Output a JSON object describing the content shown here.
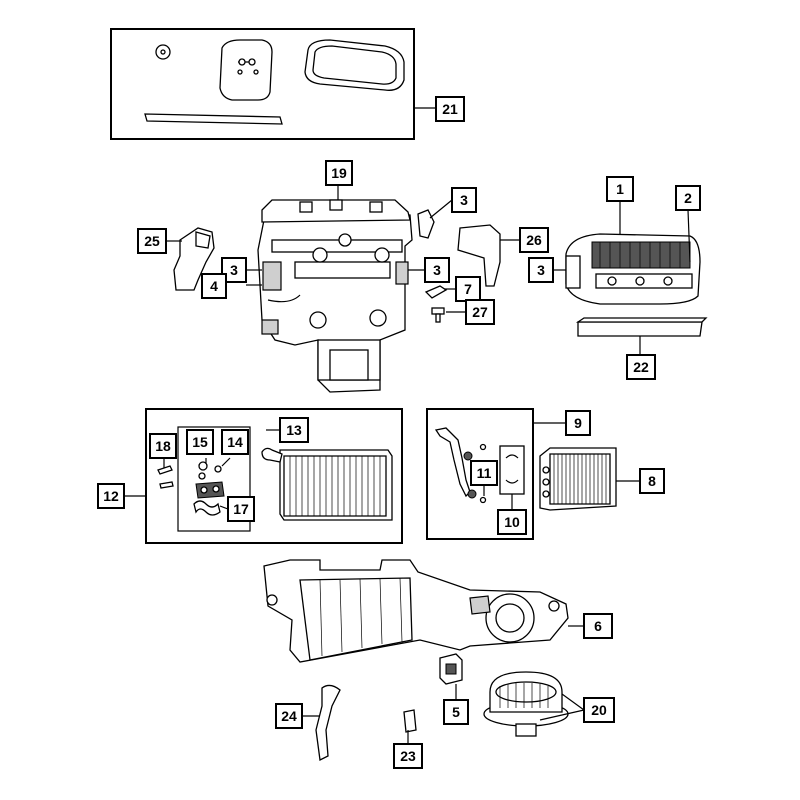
{
  "colors": {
    "line": "#000000",
    "background": "#ffffff",
    "shade": "#555555"
  },
  "callouts": {
    "c1": "1",
    "c2": "2",
    "c3a": "3",
    "c3b": "3",
    "c3c": "3",
    "c3d": "3",
    "c4": "4",
    "c5": "5",
    "c6": "6",
    "c7": "7",
    "c8": "8",
    "c9": "9",
    "c10": "10",
    "c11": "11",
    "c12": "12",
    "c13": "13",
    "c14": "14",
    "c15": "15",
    "c17": "17",
    "c18": "18",
    "c19": "19",
    "c20": "20",
    "c21": "21",
    "c22": "22",
    "c23": "23",
    "c24": "24",
    "c25": "25",
    "c26": "26",
    "c27": "27"
  }
}
